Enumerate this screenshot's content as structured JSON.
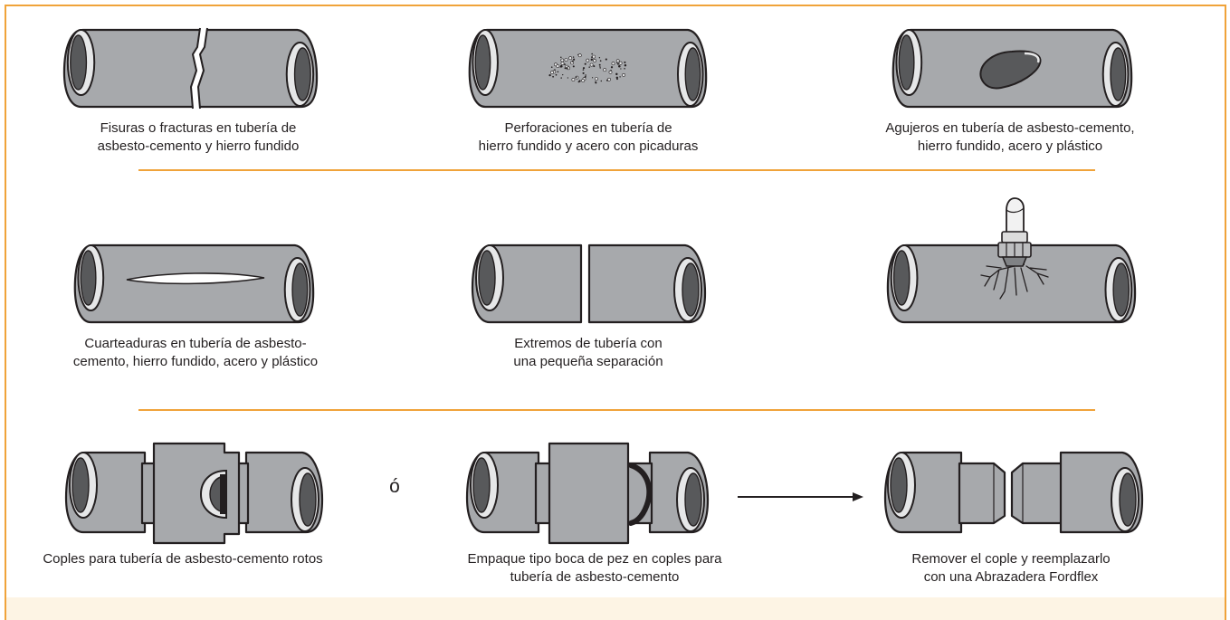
{
  "figure": {
    "items": [
      {
        "illustration": "cracked-pipe",
        "caption": [
          "Fisuras o fracturas en tubería de",
          "asbesto-cemento y hierro fundido"
        ]
      },
      {
        "illustration": "perforated-pipe",
        "caption": [
          "Perforaciones en tubería de",
          "hierro fundido y acero con picaduras"
        ]
      },
      {
        "illustration": "pipe-with-hole",
        "caption": [
          "Agujeros en tubería de asbesto-cemento,",
          "hierro fundido, acero y plástico"
        ]
      },
      {
        "illustration": "split-pipe",
        "caption": [
          "Cuarteaduras en tubería de asbesto-",
          "cemento, hierro fundido, acero y plástico"
        ]
      },
      {
        "illustration": "separated-pipe-ends",
        "caption": [
          "Extremos de tubería con",
          "una pequeña separación"
        ]
      },
      {
        "illustration": "pipe-with-service-tap",
        "caption": []
      },
      {
        "illustration": "broken-coupling",
        "caption": [
          "Coples para tubería de asbesto-cemento rotos"
        ]
      },
      {
        "illustration": "coupling-with-gasket",
        "caption": [
          "Empaque tipo boca de pez en coples para",
          "tubería de asbesto-cemento"
        ]
      },
      {
        "illustration": "coupling-replacement",
        "caption": [
          "Remover el cople y reemplazarlo",
          "con una Abrazadera Fordflex"
        ]
      }
    ],
    "or_label": "ó",
    "arrow_icon": "arrow-right-icon"
  },
  "colors": {
    "accent": "#f0a33a",
    "pipe": "#a7a9ac",
    "outline": "#231f20",
    "rim": "#e6e7e8",
    "hole": "#58595b"
  }
}
